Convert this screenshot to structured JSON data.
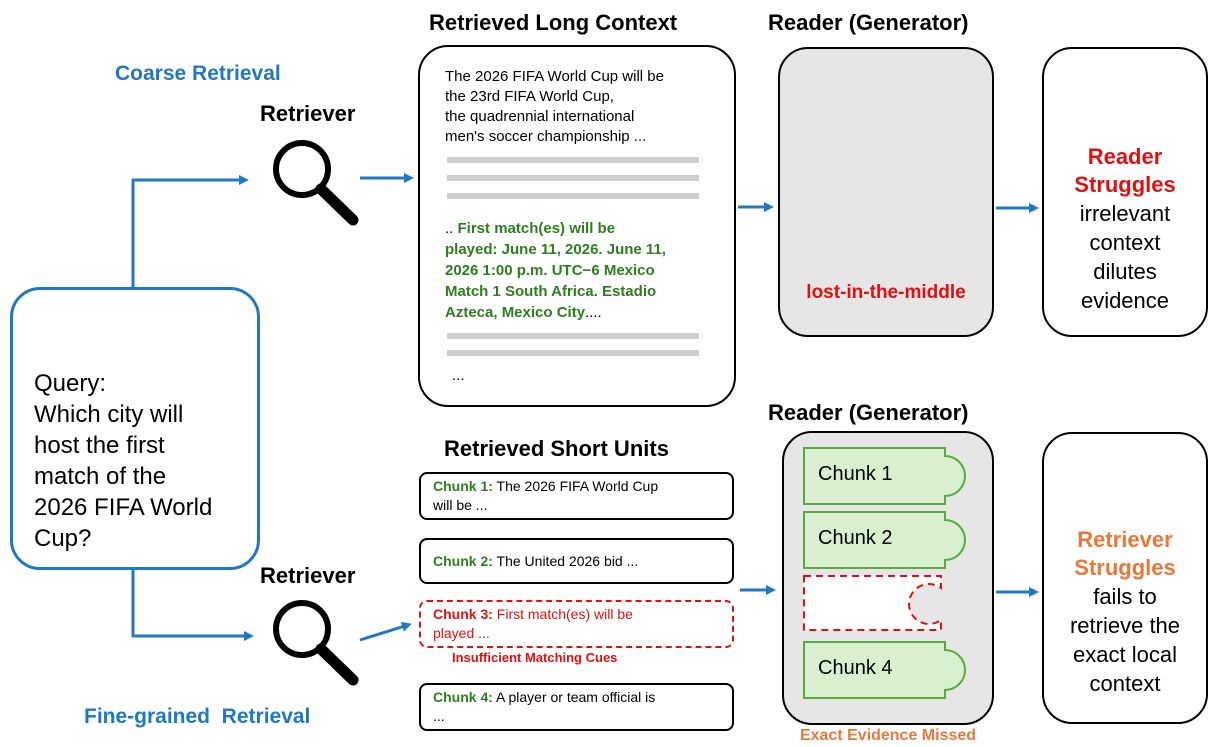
{
  "headings": {
    "long_context": "Retrieved Long Context",
    "reader_top": "Reader (Generator)",
    "reader_bottom": "Reader (Generator)",
    "short_units": "Retrieved Short Units"
  },
  "retrieval": {
    "coarse": "Coarse Retrieval",
    "fine": "Fine-grained  Retrieval",
    "retriever_top": "Retriever",
    "retriever_bottom": "Retriever"
  },
  "query": {
    "lines": [
      "Query:",
      "Which city will",
      "host the first",
      "match of the",
      "2026 FIFA World",
      "Cup?"
    ]
  },
  "long_context": {
    "intro_lines": [
      "The 2026 FIFA World Cup will be",
      "the 23rd FIFA World Cup,",
      "the quadrennial international",
      "men's soccer championship ..."
    ],
    "evidence_prefix": "..",
    "evidence_lines": [
      "First match(es) will be",
      "played: June 11, 2026. June 11,",
      "2026 1:00 p.m. UTC−6 Mexico",
      "Match 1 South Africa. Estadio",
      "Azteca, Mexico City"
    ],
    "evidence_suffix": "....",
    "ellipsis": "..."
  },
  "reader_top": {
    "label": "lost-in-the-middle"
  },
  "chunks": [
    {
      "label": "Chunk 1:",
      "line1": "The 2026 FIFA World Cup",
      "line2": "will be ..."
    },
    {
      "label": "Chunk 2:",
      "line1": "The United 2026 bid ...",
      "line2": ""
    },
    {
      "label": "Chunk 3:",
      "line1": "First match(es) will be",
      "line2": "played ..."
    },
    {
      "label": "Chunk 4:",
      "line1": "A player or team official is",
      "line2": "..."
    }
  ],
  "insufficient_cues": "Insufficient Matching Cues",
  "reader_bottom": {
    "pieces": [
      "Chunk 1",
      "Chunk 2",
      "Chunk 4"
    ],
    "missed_label": "Exact Evidence Missed"
  },
  "outcome_top": {
    "title_lines": [
      "Reader",
      "Struggles"
    ],
    "desc_lines": [
      "irrelevant",
      "context",
      "dilutes",
      "evidence"
    ]
  },
  "outcome_bottom": {
    "title_lines": [
      "Retriever",
      "Struggles"
    ],
    "desc_lines": [
      "fails to",
      "retrieve the",
      "exact local",
      "context"
    ]
  },
  "colors": {
    "blue": "#1f78c1",
    "green": "#2e7d1e",
    "red": "#e01010",
    "orange": "#e8783a",
    "chunk_fill": "#d9f0d0",
    "chunk_stroke": "#5aaa3c",
    "curve": "#1f5c7a"
  }
}
